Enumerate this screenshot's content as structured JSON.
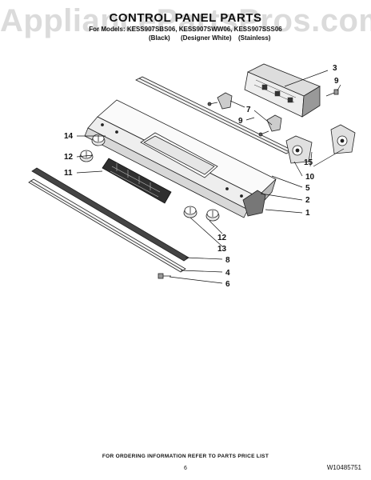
{
  "watermark": "AppliancePartsPros.com",
  "title": "CONTROL PANEL PARTS",
  "models": "For Models: KESS907SBS06, KESS907SWW06, KESS907SSS06",
  "variants": [
    "(Black)",
    "(Designer White)",
    "(Stainless)"
  ],
  "footer": "FOR ORDERING INFORMATION REFER TO PARTS PRICE LIST",
  "page_number": "6",
  "document_code": "W10485751",
  "callouts": [
    "3",
    "9",
    "7",
    "9",
    "14",
    "12",
    "11",
    "15",
    "10",
    "5",
    "2",
    "1",
    "12",
    "13",
    "8",
    "4",
    "6"
  ]
}
